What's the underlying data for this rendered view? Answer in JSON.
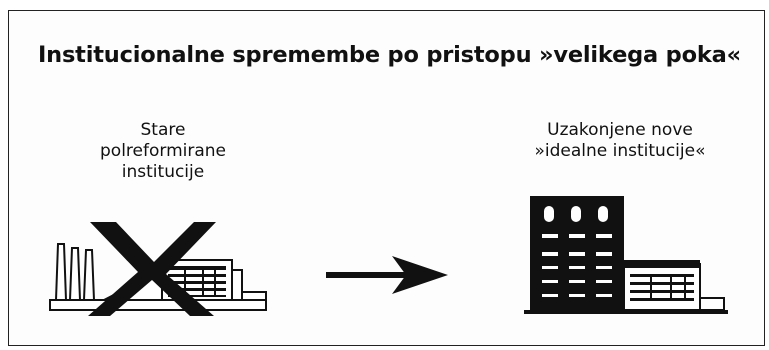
{
  "title": "Institucionalne spremembe po pristopu »velikega poka«",
  "left": {
    "caption": "Stare\npolreformirane\ninstitucije"
  },
  "right": {
    "caption": "Uzakonjene nove\n»idealne institucije«"
  },
  "colors": {
    "ink": "#111111",
    "paper": "#ffffff"
  },
  "icons": {
    "old": "old-factory-icon",
    "cross": "cross-out-icon",
    "arrow": "arrow-right-icon",
    "new": "new-building-icon"
  }
}
